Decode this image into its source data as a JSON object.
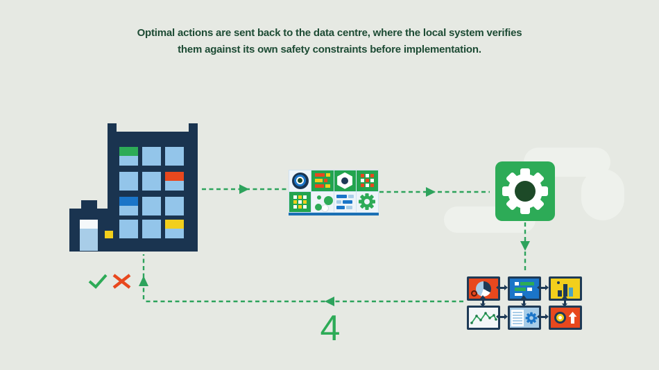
{
  "slide": {
    "title_line1": "Optimal actions are sent back to the data centre, where the local system verifies",
    "title_line2": "them against its own safety constraints before implementation.",
    "step_number": "4"
  },
  "flow": {
    "nodes": [
      {
        "id": "data-centre-building",
        "icon": "building-icon"
      },
      {
        "id": "data-tile-grid",
        "icon": "data-tiles-icon"
      },
      {
        "id": "processing-gear",
        "icon": "gear-icon"
      },
      {
        "id": "dashboard-cluster",
        "icon": "dashboard-panels-icon"
      }
    ],
    "verification": {
      "approve_icon": "check-icon",
      "reject_icon": "cross-icon"
    }
  },
  "colors": {
    "background": "#e6e9e3",
    "cloud": "#eef1ec",
    "title_green": "#1d4b34",
    "navy": "#1e3a56",
    "building_navy": "#1a3450",
    "accent_green": "#2dab57",
    "arrow_green": "#2da35c",
    "dark_green": "#1d4a28",
    "tile_green": "#22a44e",
    "tile_light": "#eef4f9",
    "orange_red": "#e8481e",
    "yellow": "#f2cf1c",
    "blue": "#1b75c8",
    "light_blue": "#a8cde8",
    "window_blue": "#93c5ea",
    "teal": "#4aa3c4",
    "grid_border": "#cfe2f2",
    "grid_shadow": "#1a6fb4",
    "chart_dot_green": "#1e7c49"
  }
}
